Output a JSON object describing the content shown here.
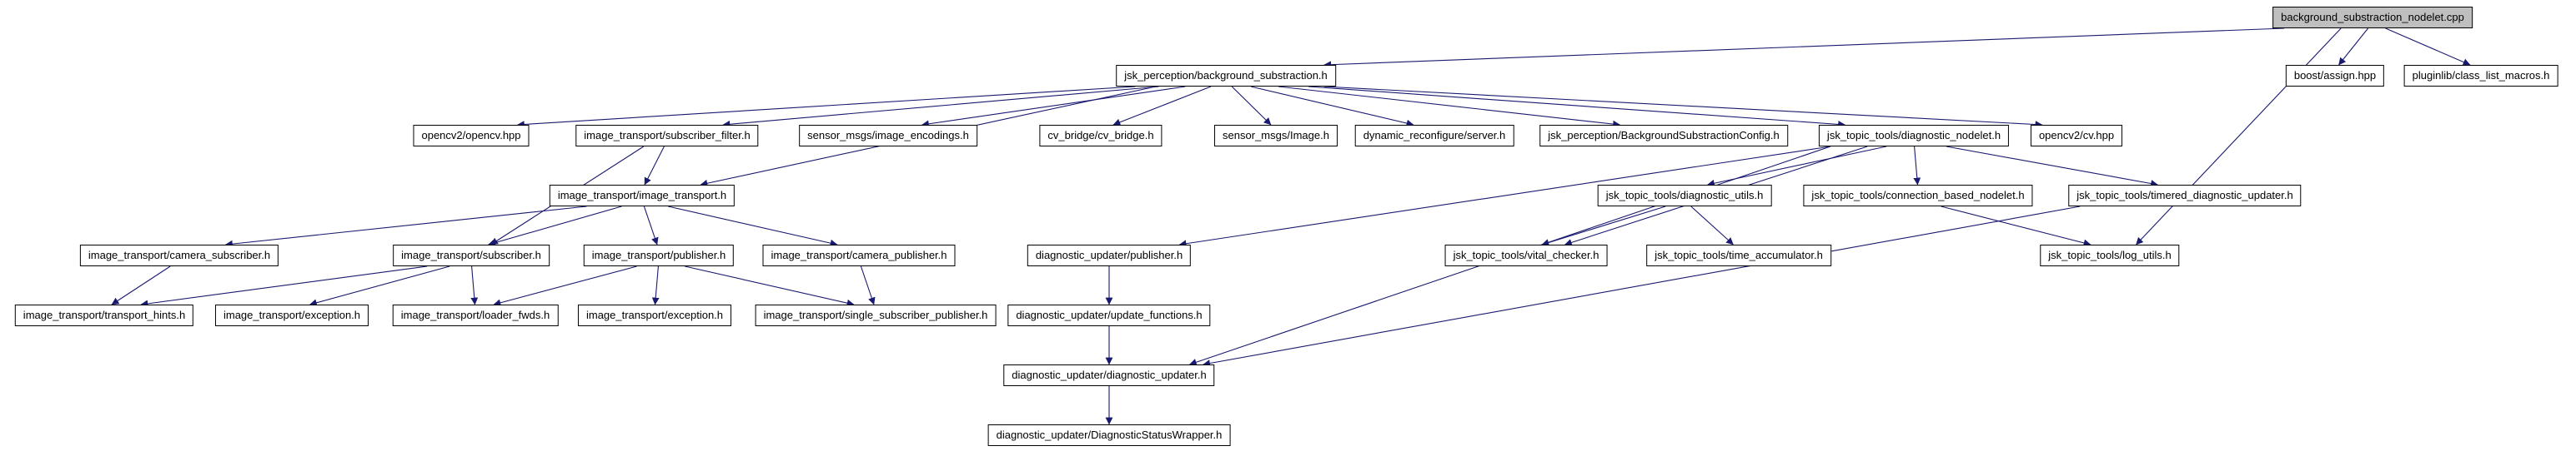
{
  "diagram": {
    "kind": "doxygen-include-dependency-graph",
    "colors": {
      "edge": "#191970",
      "node_background": "#ffffff",
      "node_border": "#000000",
      "highlight_background": "#bfbfbf",
      "text": "#000000",
      "page_background": "#ffffff"
    }
  },
  "nodes": [
    {
      "id": "cpp",
      "label": "background_substraction_nodelet.cpp",
      "highlight": true
    },
    {
      "id": "bg_h",
      "label": "jsk_perception/background_substraction.h"
    },
    {
      "id": "boost_assign",
      "label": "boost/assign.hpp"
    },
    {
      "id": "pluginlib",
      "label": "pluginlib/class_list_macros.h"
    },
    {
      "id": "opencv_hpp",
      "label": "opencv2/opencv.hpp"
    },
    {
      "id": "subscriber_filter",
      "label": "image_transport/subscriber_filter.h"
    },
    {
      "id": "image_encodings",
      "label": "sensor_msgs/image_encodings.h"
    },
    {
      "id": "cv_bridge",
      "label": "cv_bridge/cv_bridge.h"
    },
    {
      "id": "sensor_image",
      "label": "sensor_msgs/Image.h"
    },
    {
      "id": "dyn_server",
      "label": "dynamic_reconfigure/server.h"
    },
    {
      "id": "bg_config",
      "label": "jsk_perception/BackgroundSubstractionConfig.h"
    },
    {
      "id": "diag_nodelet",
      "label": "jsk_topic_tools/diagnostic_nodelet.h"
    },
    {
      "id": "opencv_cv",
      "label": "opencv2/cv.hpp"
    },
    {
      "id": "image_transport_h",
      "label": "image_transport/image_transport.h"
    },
    {
      "id": "diag_utils",
      "label": "jsk_topic_tools/diagnostic_utils.h"
    },
    {
      "id": "connection_based",
      "label": "jsk_topic_tools/connection_based_nodelet.h"
    },
    {
      "id": "timered",
      "label": "jsk_topic_tools/timered_diagnostic_updater.h"
    },
    {
      "id": "camera_subscriber",
      "label": "image_transport/camera_subscriber.h"
    },
    {
      "id": "subscriber",
      "label": "image_transport/subscriber.h"
    },
    {
      "id": "publisher",
      "label": "image_transport/publisher.h"
    },
    {
      "id": "camera_publisher",
      "label": "image_transport/camera_publisher.h"
    },
    {
      "id": "du_publisher",
      "label": "diagnostic_updater/publisher.h"
    },
    {
      "id": "vital_checker",
      "label": "jsk_topic_tools/vital_checker.h"
    },
    {
      "id": "time_accumulator",
      "label": "jsk_topic_tools/time_accumulator.h"
    },
    {
      "id": "log_utils",
      "label": "jsk_topic_tools/log_utils.h"
    },
    {
      "id": "transport_hints",
      "label": "image_transport/transport_hints.h"
    },
    {
      "id": "exception1",
      "label": "image_transport/exception.h"
    },
    {
      "id": "loader_fwds",
      "label": "image_transport/loader_fwds.h"
    },
    {
      "id": "exception2",
      "label": "image_transport/exception.h"
    },
    {
      "id": "ssp",
      "label": "image_transport/single_subscriber_publisher.h"
    },
    {
      "id": "update_functions",
      "label": "diagnostic_updater/update_functions.h"
    },
    {
      "id": "diag_updater",
      "label": "diagnostic_updater/diagnostic_updater.h"
    },
    {
      "id": "status_wrapper",
      "label": "diagnostic_updater/DiagnosticStatusWrapper.h"
    }
  ],
  "edges": [
    {
      "from": "cpp",
      "to": "bg_h"
    },
    {
      "from": "cpp",
      "to": "boost_assign"
    },
    {
      "from": "cpp",
      "to": "pluginlib"
    },
    {
      "from": "cpp",
      "to": "log_utils"
    },
    {
      "from": "bg_h",
      "to": "opencv_hpp"
    },
    {
      "from": "bg_h",
      "to": "subscriber_filter"
    },
    {
      "from": "bg_h",
      "to": "image_encodings"
    },
    {
      "from": "bg_h",
      "to": "cv_bridge"
    },
    {
      "from": "bg_h",
      "to": "sensor_image"
    },
    {
      "from": "bg_h",
      "to": "dyn_server"
    },
    {
      "from": "bg_h",
      "to": "bg_config"
    },
    {
      "from": "bg_h",
      "to": "diag_nodelet"
    },
    {
      "from": "bg_h",
      "to": "opencv_cv"
    },
    {
      "from": "bg_h",
      "to": "image_transport_h"
    },
    {
      "from": "subscriber_filter",
      "to": "image_transport_h"
    },
    {
      "from": "subscriber_filter",
      "to": "subscriber"
    },
    {
      "from": "image_transport_h",
      "to": "camera_subscriber"
    },
    {
      "from": "image_transport_h",
      "to": "subscriber"
    },
    {
      "from": "image_transport_h",
      "to": "publisher"
    },
    {
      "from": "image_transport_h",
      "to": "camera_publisher"
    },
    {
      "from": "camera_subscriber",
      "to": "transport_hints"
    },
    {
      "from": "subscriber",
      "to": "transport_hints"
    },
    {
      "from": "subscriber",
      "to": "exception1"
    },
    {
      "from": "subscriber",
      "to": "loader_fwds"
    },
    {
      "from": "publisher",
      "to": "loader_fwds"
    },
    {
      "from": "publisher",
      "to": "exception2"
    },
    {
      "from": "publisher",
      "to": "ssp"
    },
    {
      "from": "camera_publisher",
      "to": "ssp"
    },
    {
      "from": "diag_nodelet",
      "to": "diag_utils"
    },
    {
      "from": "diag_nodelet",
      "to": "connection_based"
    },
    {
      "from": "diag_nodelet",
      "to": "timered"
    },
    {
      "from": "diag_nodelet",
      "to": "du_publisher"
    },
    {
      "from": "diag_nodelet",
      "to": "vital_checker"
    },
    {
      "from": "diag_nodelet",
      "to": "diag_updater"
    },
    {
      "from": "diag_utils",
      "to": "vital_checker"
    },
    {
      "from": "diag_utils",
      "to": "time_accumulator"
    },
    {
      "from": "connection_based",
      "to": "log_utils"
    },
    {
      "from": "timered",
      "to": "diag_updater"
    },
    {
      "from": "du_publisher",
      "to": "update_functions"
    },
    {
      "from": "update_functions",
      "to": "diag_updater"
    },
    {
      "from": "diag_updater",
      "to": "status_wrapper"
    }
  ]
}
